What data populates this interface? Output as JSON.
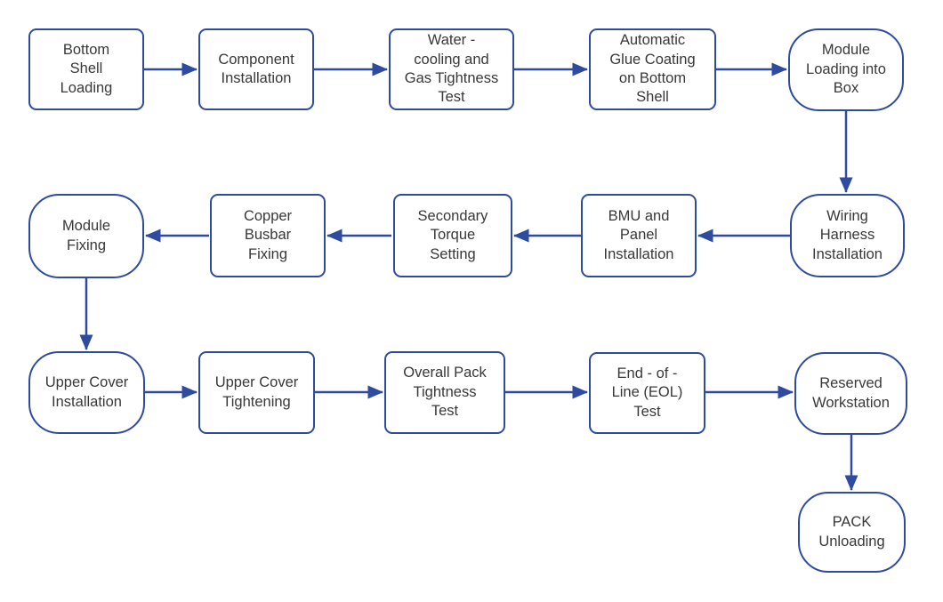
{
  "colors": {
    "accent_blue": "#2e4b9f",
    "text": "#383838",
    "background": "#ffffff"
  },
  "nodes": [
    {
      "id": "bottom-shell-loading",
      "shape": "process",
      "label": "Bottom\nShell\nLoading"
    },
    {
      "id": "component-installation",
      "shape": "process",
      "label": "Component\nInstallation"
    },
    {
      "id": "water-cooling-gas-test",
      "shape": "process",
      "label": "Water -\ncooling and\nGas Tightness\nTest"
    },
    {
      "id": "automatic-glue-coating",
      "shape": "process",
      "label": "Automatic\nGlue Coating\non Bottom\nShell"
    },
    {
      "id": "module-loading-into-box",
      "shape": "terminator",
      "label": "Module\nLoading into\nBox"
    },
    {
      "id": "wiring-harness-installation",
      "shape": "terminator",
      "label": "Wiring\nHarness\nInstallation"
    },
    {
      "id": "bmu-panel-installation",
      "shape": "process",
      "label": "BMU and\nPanel\nInstallation"
    },
    {
      "id": "secondary-torque-setting",
      "shape": "process",
      "label": "Secondary\nTorque\nSetting"
    },
    {
      "id": "copper-busbar-fixing",
      "shape": "process",
      "label": "Copper\nBusbar\nFixing"
    },
    {
      "id": "module-fixing",
      "shape": "terminator",
      "label": "Module\nFixing"
    },
    {
      "id": "upper-cover-installation",
      "shape": "terminator",
      "label": "Upper Cover\nInstallation"
    },
    {
      "id": "upper-cover-tightening",
      "shape": "process",
      "label": "Upper Cover\nTightening"
    },
    {
      "id": "overall-pack-tightness-test",
      "shape": "process",
      "label": "Overall Pack\nTightness\nTest"
    },
    {
      "id": "end-of-line-test",
      "shape": "process",
      "label": "End - of -\nLine (EOL)\nTest"
    },
    {
      "id": "reserved-workstation",
      "shape": "terminator",
      "label": "Reserved\nWorkstation"
    },
    {
      "id": "pack-unloading",
      "shape": "terminator",
      "label": "PACK\nUnloading"
    }
  ],
  "edges": [
    {
      "from": "bottom-shell-loading",
      "to": "component-installation"
    },
    {
      "from": "component-installation",
      "to": "water-cooling-gas-test"
    },
    {
      "from": "water-cooling-gas-test",
      "to": "automatic-glue-coating"
    },
    {
      "from": "automatic-glue-coating",
      "to": "module-loading-into-box"
    },
    {
      "from": "module-loading-into-box",
      "to": "wiring-harness-installation"
    },
    {
      "from": "wiring-harness-installation",
      "to": "bmu-panel-installation"
    },
    {
      "from": "bmu-panel-installation",
      "to": "secondary-torque-setting"
    },
    {
      "from": "secondary-torque-setting",
      "to": "copper-busbar-fixing"
    },
    {
      "from": "copper-busbar-fixing",
      "to": "module-fixing"
    },
    {
      "from": "module-fixing",
      "to": "upper-cover-installation"
    },
    {
      "from": "upper-cover-installation",
      "to": "upper-cover-tightening"
    },
    {
      "from": "upper-cover-tightening",
      "to": "overall-pack-tightness-test"
    },
    {
      "from": "overall-pack-tightness-test",
      "to": "end-of-line-test"
    },
    {
      "from": "end-of-line-test",
      "to": "reserved-workstation"
    },
    {
      "from": "reserved-workstation",
      "to": "pack-unloading"
    }
  ]
}
